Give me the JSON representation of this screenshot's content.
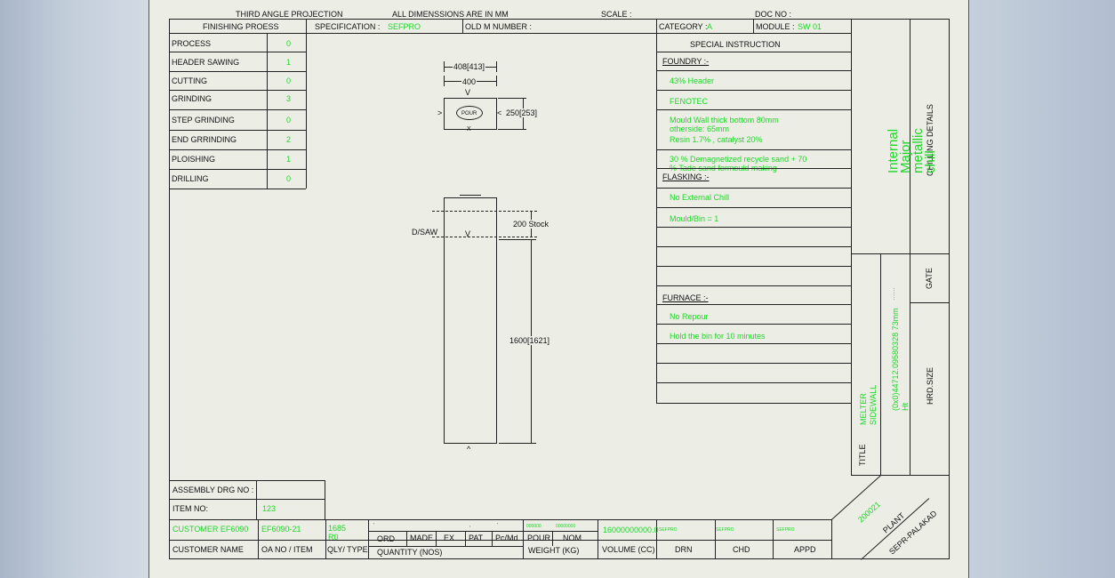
{
  "header": {
    "projection": "THIRD ANGLE PROJECTION",
    "dimensions_note": "ALL DIMENSSIONS ARE IN MM",
    "scale_label": "SCALE :",
    "doc_no_label": "DOC NO :"
  },
  "top_row": {
    "finishing_label": "FINISHING PROESS",
    "specification_label": "SPECIFICATION  :",
    "specification_value": "SEFPRO",
    "old_m_number_label": "OLD M NUMBER :",
    "category_label": "CATEGORY :",
    "category_value": "A",
    "module_label": "MODULE  :",
    "module_value": "SW 01"
  },
  "finishing": [
    {
      "name": "PROCESS",
      "value": "0"
    },
    {
      "name": "HEADER SAWING",
      "value": "1"
    },
    {
      "name": "CUTTING",
      "value": "0"
    },
    {
      "name": "GRINDING",
      "value": "3"
    },
    {
      "name": "STEP GRINDING",
      "value": "0"
    },
    {
      "name": "END GRRINDING",
      "value": "2"
    },
    {
      "name": "PLOISHING",
      "value": "1"
    },
    {
      "name": "DRILLING",
      "value": "0"
    }
  ],
  "drawing": {
    "dim_top_outer": "408[413]",
    "dim_top_inner": "400",
    "dim_side": "250[253]",
    "center_tag": "POUR",
    "stock_label": "200 Stock",
    "saw_label": "D/SAW",
    "length_label": "1600[1621]",
    "arrow_v": "V",
    "arrow_up": "^",
    "arrow_gt": ">",
    "arrow_lt": "<",
    "x_mark": "X"
  },
  "special_instruction": {
    "title": "SPECIAL INSTRUCTION",
    "foundry_label": "FOUNDRY :-",
    "foundry_items": [
      "43% Header",
      "FENOTEC",
      "Mould Wall thick bottom 80mm\notherside: 65mm",
      "Resin 1.7% , catalyst 20%",
      "30 % Demagnetized recycle sand + 70\n% Tade sand formould making"
    ],
    "flasking_label": "FLASKING :-",
    "flasking_items": [
      "No External Chill",
      "Mould/Bin = 1"
    ],
    "furnace_label": "FURNACE :-",
    "furnace_items": [
      "No Repour",
      "Hold the bin for 10 minutes"
    ]
  },
  "right_panel": {
    "chilling_label": "CHILLING DETAILS",
    "chilling_value": "Internal\nMajor\nmetallic\nchill",
    "gate_label": "GATE",
    "gate_value": "......",
    "hrd_label": "HRD.SIZE",
    "hrd_value": "(0x0)44712.09580328 73mm\nHt",
    "title_label": "TITLE",
    "title_value": "MELTER\nSIDEWALL"
  },
  "bottom": {
    "assembly_label": "ASSEMBLY DRG NO :",
    "assembly_value": "",
    "item_no_label": "ITEM  NO:",
    "item_no_value": "123",
    "customer_value": "CUSTOMER  EF6090",
    "oa_value": "EF6090-21",
    "qty_value": "1685\nR0",
    "customer_name_label": "CUSTOMER  NAME",
    "oa_label": "OA NO / ITEM",
    "qty_type_label": "QLY/ TYPE",
    "quantity_cols": [
      "ORD",
      "MADE",
      "EX",
      "PAT",
      "Pc/Md",
      "POUR",
      "NOM"
    ],
    "quantity_tiny": [
      "'",
      "",
      "",
      ",",
      "'",
      "000000",
      "00000000"
    ],
    "quantity_label": "QUANTITY (NOS)",
    "weight_label": "WEIGHT (KG)",
    "volume_label": "VOLUME (CC)",
    "volume_value": "16000000000.0",
    "sign_tiny": [
      "SEFPRO",
      "SEFPRO",
      "SEFPRO"
    ],
    "drn_label": "DRN",
    "chd_label": "CHD",
    "appd_label": "APPD",
    "code_value": "200021",
    "plant_label": "PLANT",
    "plant_value": "SEPR-PALAKAD"
  },
  "colors": {
    "accent_green": "#1ed628",
    "sheet": "#eceee6",
    "line": "#222222"
  }
}
